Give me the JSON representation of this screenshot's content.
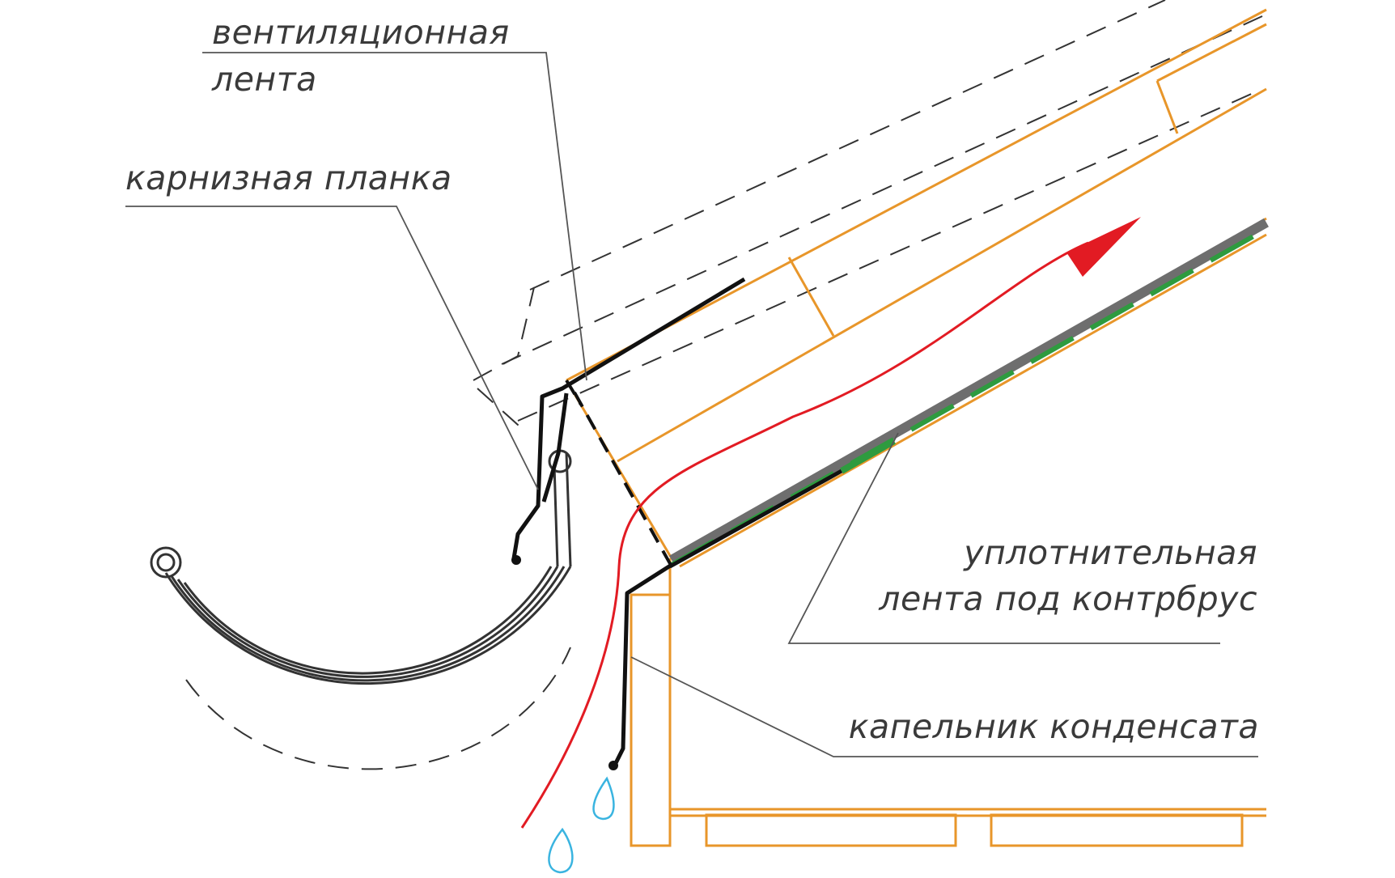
{
  "labels": {
    "vent_tape_line1": "вентиляционная",
    "vent_tape_line2": "лента",
    "eaves_strip": "карнизная планка",
    "seal_tape_line1": "уплотнительная",
    "seal_tape_line2": "лента под контрбрус",
    "drip_edge": "капельник конденсата"
  },
  "colors": {
    "background": "#ffffff",
    "text": "#3a3a3a",
    "leader": "#555555",
    "timber": "#e8962a",
    "flashing": "#111111",
    "membrane_green": "#2e9b3f",
    "membrane_grey": "#7a7a7a",
    "airflow_arrow": "#e21b23",
    "water_drops": "#3ab4e0",
    "dashed_roofing": "#333333"
  }
}
